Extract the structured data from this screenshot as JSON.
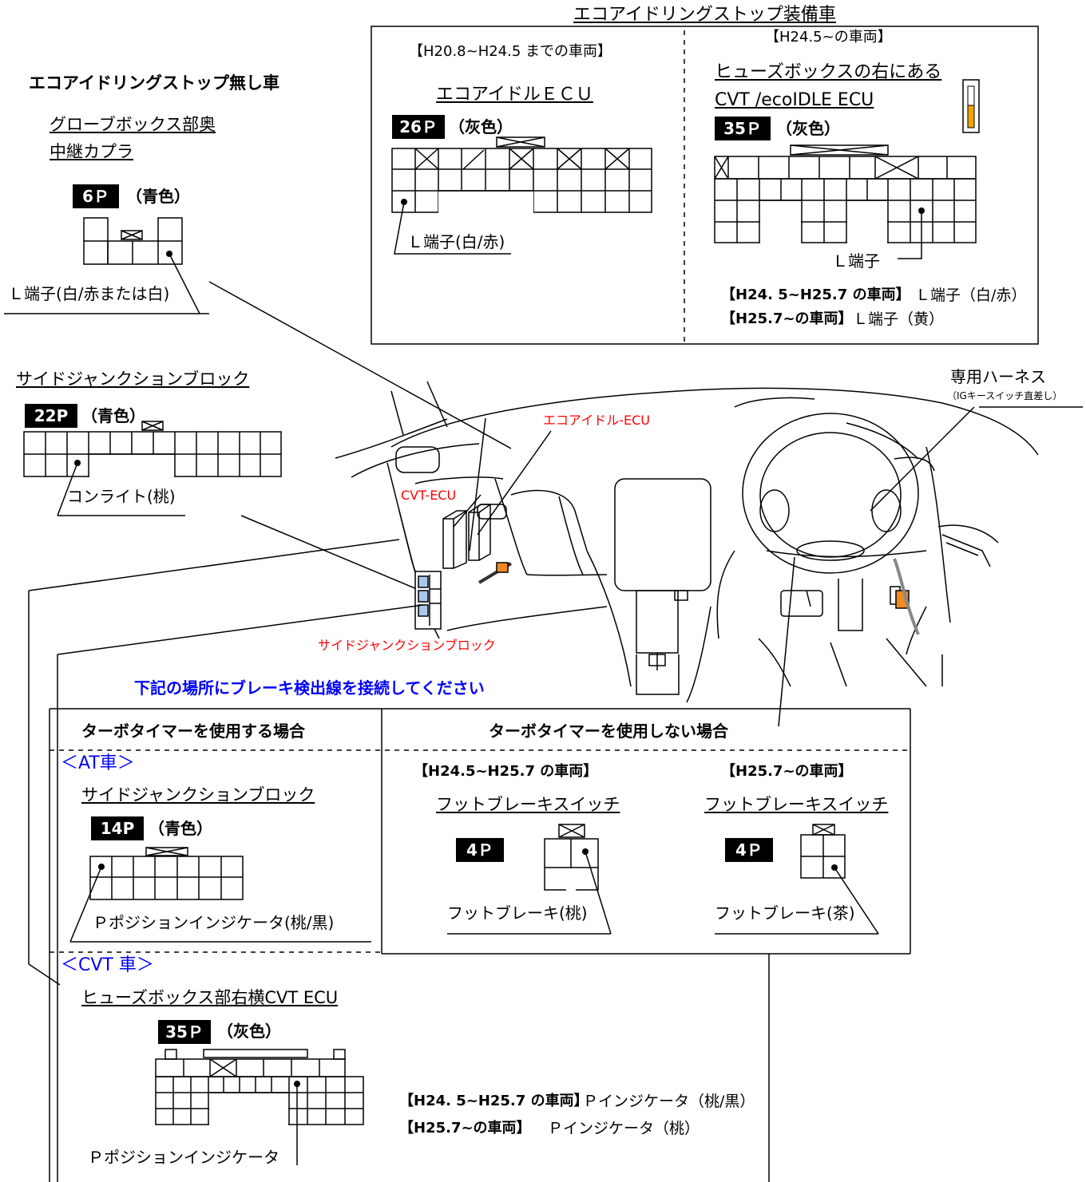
{
  "colors": {
    "red": "#ff0000",
    "blue": "#0000ff",
    "orange": "#f08a24",
    "lightblue": "#a9c8ee"
  },
  "eco_equipped": {
    "title": "エコアイドリングストップ装備車",
    "left": {
      "period": "【H20.8~H24.5 までの車両】",
      "location": "エコアイドルＥＣＵ",
      "pins": "26Ｐ",
      "color": "（灰色）",
      "terminal": "Ｌ端子(白/赤)"
    },
    "right": {
      "period": "【H24.5~の車両】",
      "location1": "ヒューズボックスの右にある",
      "location2": "CVT /ecoIDLE ECU",
      "pins": "35Ｐ",
      "color": "（灰色）",
      "terminal": "Ｌ端子",
      "note1_period": "【H24. 5~H25.7 の車両】",
      "note1_text": "Ｌ端子（白/赤）",
      "note2_period": "【H25.7~の車両】",
      "note2_text": "Ｌ端子（黄）"
    }
  },
  "eco_none": {
    "title": "エコアイドリングストップ無し車",
    "location1": "グローブボックス部奥",
    "location2": "中継カプラ",
    "pins": "6Ｐ",
    "color": "（青色）",
    "terminal": "Ｌ端子(白/赤または白)"
  },
  "side_junction": {
    "title": "サイドジャンクションブロック",
    "pins": "22P",
    "color": "（青色）",
    "terminal": "コンライト(桃)"
  },
  "car_labels": {
    "eco_ecu": "エコアイドル-ECU",
    "cvt_ecu": "CVT-ECU",
    "side_junction": "サイドジャンクションブロック",
    "harness": "専用ハーネス",
    "harness_sub": "（IGキースイッチ直差し）"
  },
  "brake": {
    "heading": "下記の場所にブレーキ検出線を接続してください",
    "with_timer": "ターボタイマーを使用する場合",
    "without_timer": "ターボタイマーを使用しない場合",
    "at": {
      "label": "＜AT車＞",
      "location": "サイドジャンクションブロック",
      "pins": "14P",
      "color": "（青色）",
      "terminal": "Ｐポジションインジケータ(桃/黒)"
    },
    "cvt": {
      "label": "＜CVT 車＞",
      "location": "ヒューズボックス部右横CVT ECU",
      "pins": "35Ｐ",
      "color": "（灰色）",
      "terminal": "Ｐポジションインジケータ",
      "note1_period": "【H24. 5~H25.7 の車両】",
      "note1_text": "Ｐインジケータ（桃/黒）",
      "note2_period": "【H25.7~の車両】",
      "note2_text": "Ｐインジケータ（桃）"
    },
    "foot1": {
      "period": "【H24.5~H25.7 の車両】",
      "location": "フットブレーキスイッチ",
      "pins": "4Ｐ",
      "terminal": "フットブレーキ(桃)"
    },
    "foot2": {
      "period": "【H25.7~の車両】",
      "location": "フットブレーキスイッチ",
      "pins": "4Ｐ",
      "terminal": "フットブレーキ(茶)"
    }
  }
}
